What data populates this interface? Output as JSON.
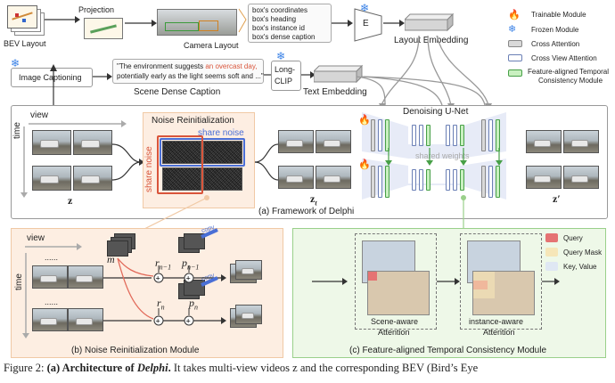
{
  "top": {
    "bev_label": "BEV Layout",
    "projection_label": "Projection",
    "camera_layout_label": "Camera Layout",
    "box_fields": [
      "box's coordinates",
      "box's heading",
      "box's instance id",
      "box's dense caption"
    ],
    "encoder_label": "E",
    "layout_embedding_label": "Layout Embedding",
    "image_captioning_label": "Image Captioning",
    "caption_quote_1": "\"The environment suggests ",
    "caption_quote_red": "an overcast day,",
    "caption_quote_2": "potentially early as the light seems soft and ...\"",
    "scene_dense_caption_label": "Scene Dense Caption",
    "long_clip_label_1": "Long-",
    "long_clip_label_2": "CLIP",
    "text_embedding_label": "Text Embedding"
  },
  "legend": {
    "trainable": "Trainable Module",
    "frozen": "Frozen Module",
    "cross_attention": "Cross Attention",
    "cross_view_attention": "Cross View Attention",
    "feature_aligned_1": "Feature-aligned Temporal",
    "feature_aligned_2": "Consistency Module"
  },
  "framework": {
    "view_label": "view",
    "time_label": "time",
    "z_label": "z",
    "noise_reinit_title": "Noise Reinitialization",
    "share_noise_h": "share noise",
    "share_noise_v": "share noise",
    "zt_label": "z",
    "zt_sub": "t",
    "unet_label": "Denoising U-Net",
    "shared_weights_label": "shared weights",
    "zprime_label": "z′",
    "caption": "(a) Framework of Delphi"
  },
  "noise_module": {
    "view_label": "view",
    "time_label": "time",
    "dots_top": "......",
    "dots_bottom": "......",
    "m_label": "m",
    "r_n_minus_1": "r",
    "r_n_minus_1_sub": "n−1",
    "p_n_minus_1": "p",
    "p_n_minus_1_sub": "n−1",
    "r_n": "r",
    "r_n_sub": "n",
    "p_n": "p",
    "p_n_sub": "n",
    "copy_label_1": "copy",
    "copy_label_2": "copy",
    "caption": "(b) Noise Reinitialization Module"
  },
  "temporal_module": {
    "query_label": "Query",
    "query_mask_label": "Query Mask",
    "key_value_label": "Key, Value",
    "scene_aware_1": "Scene-aware",
    "scene_aware_2": "Attention",
    "instance_aware_1": "instance-aware",
    "instance_aware_2": "Attention",
    "caption": "(c) Feature-aligned Temporal Consistency Module"
  },
  "figure_caption": {
    "prefix": "Figure 2: ",
    "bold_part": "(a) Architecture of ",
    "bold_italic": "Delphi",
    "bold_end": ".",
    "rest": " It takes multi-view videos z and the corresponding BEV (Bird’s Eye"
  },
  "colors": {
    "trainable": "#f0642d",
    "frozen": "#3b82e6",
    "cross_attention_fill": "#d9d9d9",
    "cross_view_fill": "#ffffff",
    "feature_aligned_fill": "#c9f0c0",
    "noise_panel_bg": "#fdeee2",
    "temporal_panel_bg": "#eef8e8",
    "share_noise_blue": "#4a6fd6",
    "share_noise_red": "#d9553b",
    "query_red": "#e57373",
    "query_mask": "#f6e6b8",
    "key_value": "#dfe7f3"
  }
}
